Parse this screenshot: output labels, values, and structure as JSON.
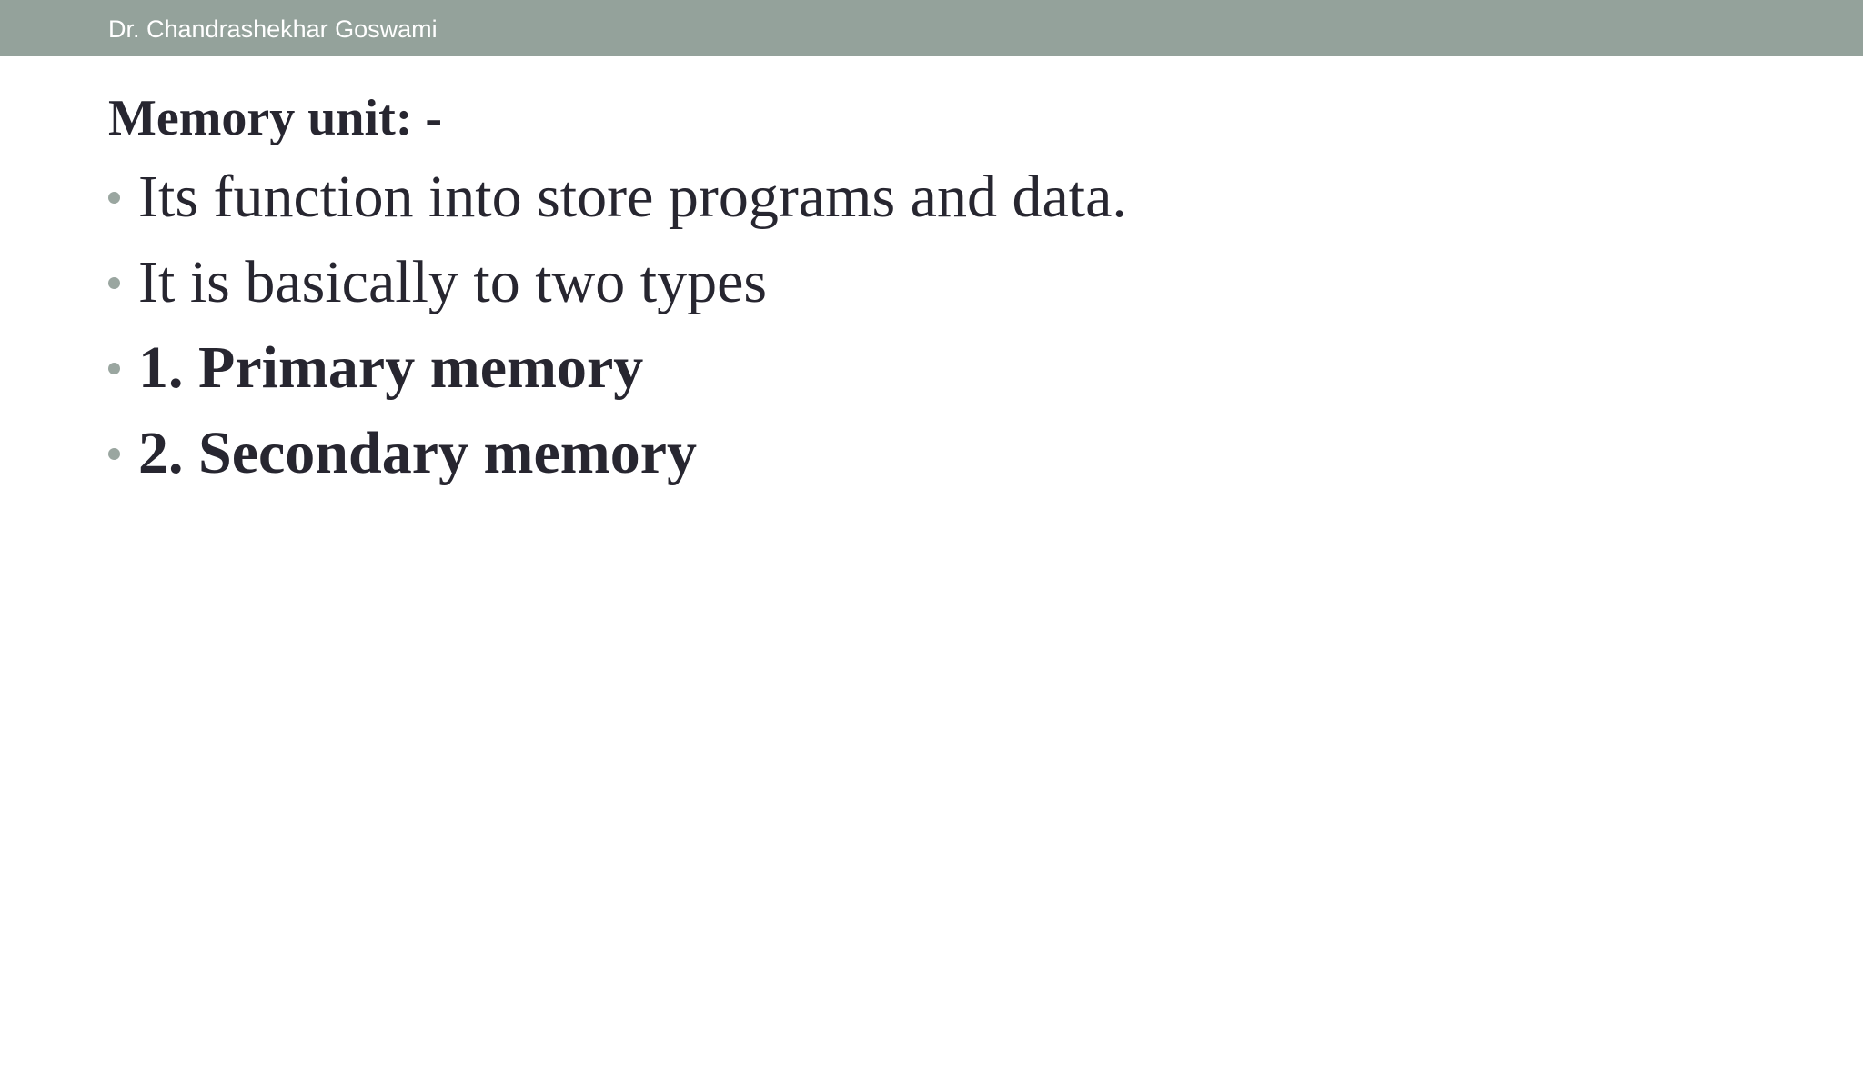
{
  "header": {
    "author": "Dr. Chandrashekhar Goswami",
    "bar_color": "#94a29b"
  },
  "slide": {
    "title": "Memory unit: -",
    "text_color": "#272630",
    "bullets": [
      {
        "text": "Its function into store programs and data.",
        "bold": false
      },
      {
        "text": "It is basically to two types",
        "bold": false
      },
      {
        "text": "1. Primary memory",
        "bold": true
      },
      {
        "text": "2. Secondary memory",
        "bold": true
      }
    ]
  }
}
